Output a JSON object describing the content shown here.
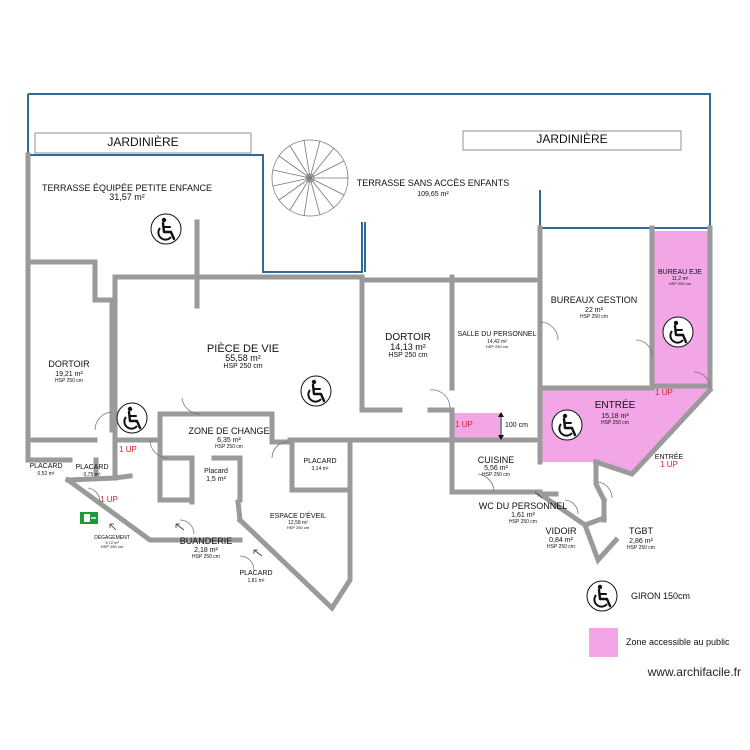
{
  "planters": [
    {
      "label": "JARDINIÈRE"
    },
    {
      "label": "JARDINIÈRE"
    }
  ],
  "rooms": {
    "terrasse_petite_enfance": {
      "name": "TERRASSE ÉQUIPÉE PETITE ENFANCE",
      "area": "31,57 m²"
    },
    "terrasse_sans_acces": {
      "name": "TERRASSE SANS ACCÈS ENFANTS",
      "area": "109,65 m²"
    },
    "bureau_eje": {
      "name": "BUREAU EJE",
      "area": "11,2 m²",
      "hsp": "HSP 250 cm"
    },
    "bureaux_gestion": {
      "name": "BUREAUX GESTION",
      "area": "22 m²",
      "hsp": "HSP 250 cm"
    },
    "piece_de_vie": {
      "name": "PIÈCE DE VIE",
      "area": "55,58 m²",
      "hsp": "HSP 250 cm"
    },
    "dortoir_centre": {
      "name": "DORTOIR",
      "area": "14,13 m²",
      "hsp": "HSP 250 cm"
    },
    "salle_personnel": {
      "name": "SALLE DU PERSONNEL",
      "area": "14,42 m²",
      "hsp": "HSP 250 cm"
    },
    "dortoir_gauche": {
      "name": "DORTOIR",
      "area": "19,21 m²",
      "hsp": "HSP 250 cm"
    },
    "zone_de_change": {
      "name": "ZONE DE CHANGE",
      "area": "6,35 m²",
      "hsp": "HSP 250 cm"
    },
    "entree_salle": {
      "name": "ENTRÉE",
      "area": "15,18 m²",
      "hsp": "HSP 250 cm"
    },
    "cuisine": {
      "name": "CUISINE",
      "area": "5,56 m²",
      "hsp": "HSP 250 cm"
    },
    "placard_a": {
      "name": "PLACARD",
      "area": "0,52 m²"
    },
    "placard_b": {
      "name": "PLACARD",
      "area": "0,75 m²"
    },
    "placard_c": {
      "name": "Placard",
      "area": "1,5 m²"
    },
    "placard_d": {
      "name": "PLACARD",
      "area": "3,14 m²"
    },
    "espace_eveil": {
      "name": "ESPACE D'ÉVEIL",
      "area": "12,58 m²",
      "hsp": "HSP 250 cm"
    },
    "wc_personnel": {
      "name": "WC DU PERSONNEL",
      "area": "1,61 m²",
      "hsp": "HSP 250 cm"
    },
    "vidoir": {
      "name": "VIDOIR",
      "area": "0,84 m²",
      "hsp": "HSP 250 cm"
    },
    "tgbt": {
      "name": "TGBT",
      "area": "2,86 m²",
      "hsp": "HSP 250 cm"
    },
    "buanderie": {
      "name": "BUANDERIE",
      "area": "2,18 m²",
      "hsp": "HSP 250 cm"
    },
    "degagement": {
      "name": "DÉGAGEMENT",
      "area": "3,72 m²",
      "hsp": "HSP 250 cm"
    },
    "placard_e": {
      "name": "PLACARD",
      "area": "1,81 m²"
    }
  },
  "annotations": {
    "up_1": "1 UP",
    "up_2": "1 UP",
    "up_3": "1 UP",
    "up_4": "1 UP",
    "entree_ext": "ENTRÉE",
    "up_5": "1 UP",
    "dimension": "100 cm"
  },
  "legend": {
    "giron": "GIRON 150cm",
    "zone_publique": "Zone accessible au public"
  },
  "watermark": "www.archifacile.fr",
  "colors": {
    "walls": "#9a9a9a",
    "terrace_outline": "#2f6b9a",
    "public_zone": "#f2a6e6"
  }
}
